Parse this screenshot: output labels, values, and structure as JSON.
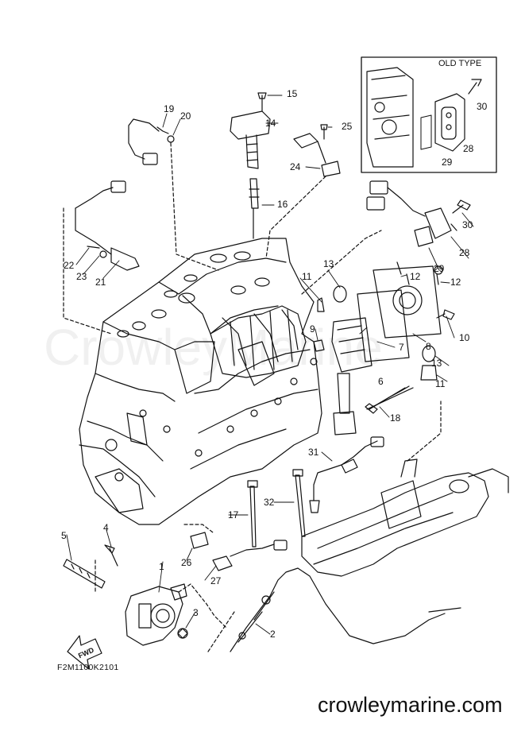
{
  "diagram": {
    "part_code": "F2M1100K2101",
    "website": "crowleymarine.com",
    "watermark": "CrowleyMarine",
    "inset_title": "OLD TYPE",
    "fwd_label": "FWD",
    "callouts": [
      "1",
      "2",
      "3",
      "4",
      "5",
      "6",
      "7",
      "8",
      "9",
      "10",
      "11",
      "11",
      "12",
      "12",
      "13",
      "13",
      "14",
      "15",
      "16",
      "17",
      "18",
      "19",
      "20",
      "21",
      "22",
      "23",
      "24",
      "25",
      "26",
      "27",
      "28",
      "28",
      "29",
      "29",
      "30",
      "30",
      "31",
      "32"
    ]
  }
}
